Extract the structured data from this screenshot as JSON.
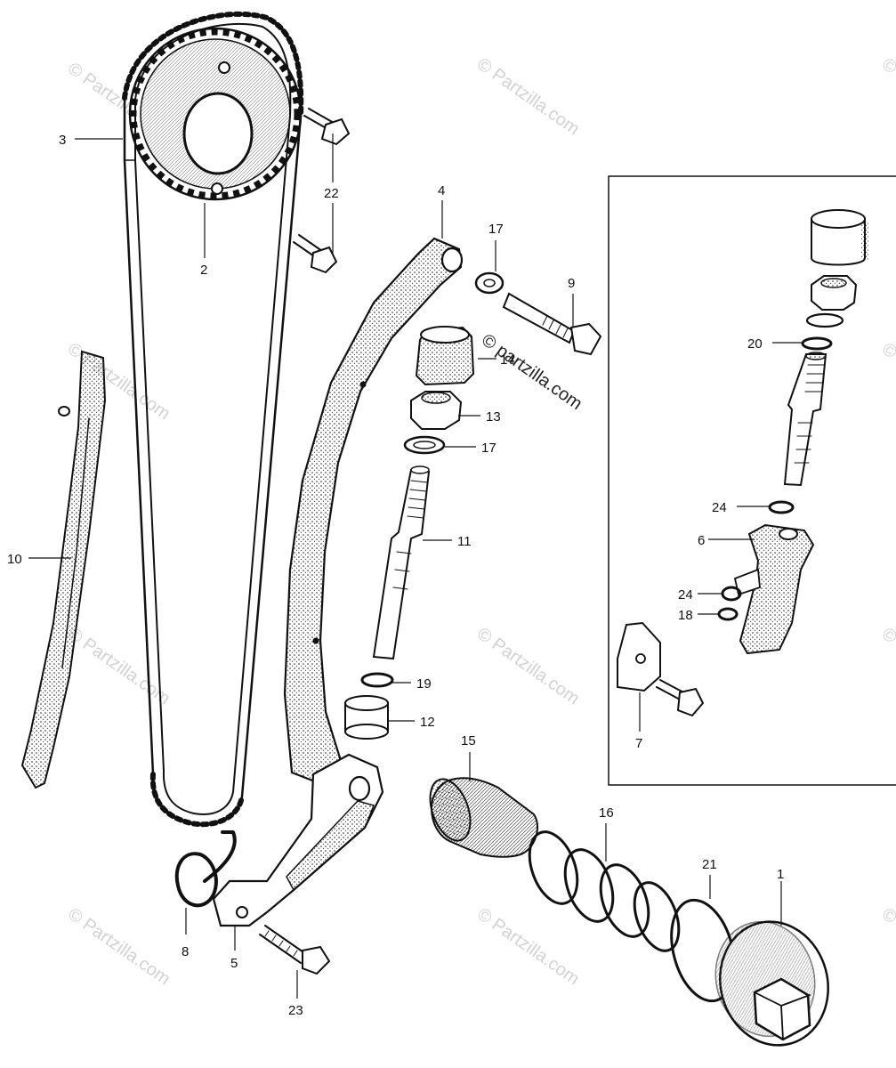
{
  "watermark": {
    "text": "© Partzilla.com",
    "text_dark": "© partzilla.com"
  },
  "callouts": [
    {
      "id": "c1",
      "text": "1"
    },
    {
      "id": "c2",
      "text": "2"
    },
    {
      "id": "c3",
      "text": "3"
    },
    {
      "id": "c4",
      "text": "4"
    },
    {
      "id": "c5",
      "text": "5"
    },
    {
      "id": "c6",
      "text": "6"
    },
    {
      "id": "c7",
      "text": "7"
    },
    {
      "id": "c8",
      "text": "8"
    },
    {
      "id": "c9",
      "text": "9"
    },
    {
      "id": "c10",
      "text": "10"
    },
    {
      "id": "c11",
      "text": "11"
    },
    {
      "id": "c12",
      "text": "12"
    },
    {
      "id": "c13",
      "text": "13"
    },
    {
      "id": "c14",
      "text": "14"
    },
    {
      "id": "c15",
      "text": "15"
    },
    {
      "id": "c16",
      "text": "16"
    },
    {
      "id": "c17a",
      "text": "17"
    },
    {
      "id": "c17b",
      "text": "17"
    },
    {
      "id": "c18",
      "text": "18"
    },
    {
      "id": "c19",
      "text": "19"
    },
    {
      "id": "c20",
      "text": "20"
    },
    {
      "id": "c21",
      "text": "21"
    },
    {
      "id": "c22",
      "text": "22"
    },
    {
      "id": "c23",
      "text": "23"
    },
    {
      "id": "c24a",
      "text": "24"
    },
    {
      "id": "c24b",
      "text": "24"
    }
  ]
}
